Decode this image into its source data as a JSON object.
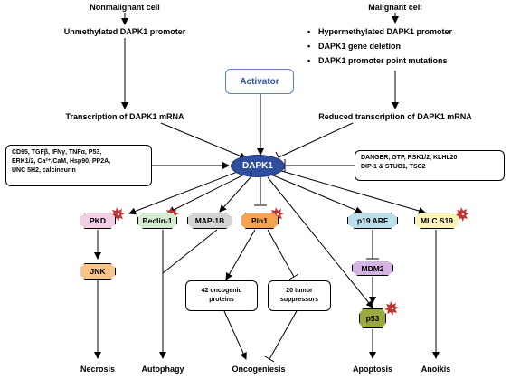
{
  "top": {
    "nonmalignant": "Nonmalignant cell",
    "unmethylated": "Unmethylated DAPK1 promoter",
    "transcription": "Transcription of DAPK1 mRNA",
    "malignant": "Malignant cell",
    "malignant_items": [
      "Hypermethylated DAPK1 promoter",
      "DAPK1 gene deletion",
      "DAPK1 promoter point mutations"
    ],
    "reduced": "Reduced transcription of DAPK1 mRNA"
  },
  "activator": "Activator",
  "dapk1": "DAPK1",
  "left_box": [
    "CD95, TGFβ, IFNγ, TNFα, P53,",
    "ERK1/2, Ca²⁺/CaM, Hsp90, PP2A,",
    "UNC 5H2, calcineurin"
  ],
  "right_box": [
    "DANGER, GTP, RSK1/2, KLHL20",
    "DIP-1 & STUB1, TSC2"
  ],
  "nodes": {
    "pkd": "PKD",
    "beclin": "Beclin-1",
    "map1b": "MAP-1B",
    "pin1": "Pin1",
    "p19arf": "p19 ARF",
    "mlcs19": "MLC S19",
    "jnk": "JNK",
    "mdm2": "MDM2",
    "p53": "p53"
  },
  "mid": {
    "oncogenic": "42 oncogenic proteins",
    "suppressors": "20 tumor suppressors"
  },
  "outcomes": {
    "necrosis": "Necrosis",
    "autophagy": "Autophagy",
    "oncogenesis": "Oncogeniesis",
    "apoptosis": "Apoptosis",
    "anoikis": "Anoikis"
  },
  "colors": {
    "dapk1": "#2f4f9e",
    "activator_text": "#2f52a8",
    "pkd": "#f3cfe6",
    "beclin": "#d6ecd0",
    "map1b": "#d4d4d4",
    "pin1": "#f6a24e",
    "p19arf": "#b9e0ea",
    "mlcs19": "#fbf3b8",
    "jnk": "#f7c489",
    "mdm2": "#d4b2e2",
    "p53": "#9aa83e",
    "star": "#c0332f"
  }
}
